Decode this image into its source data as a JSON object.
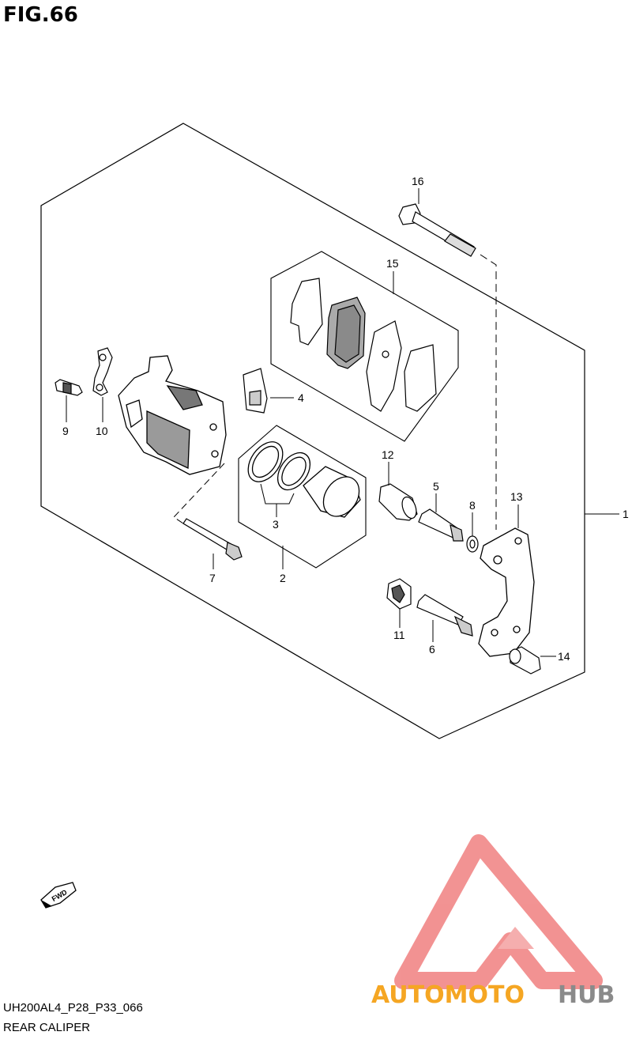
{
  "figure": {
    "title": "FIG.66",
    "code": "UH200AL4_P28_P33_066",
    "name": "REAR CALIPER"
  },
  "callouts": [
    {
      "id": "c1",
      "label": "1"
    },
    {
      "id": "c2",
      "label": "2"
    },
    {
      "id": "c3",
      "label": "3"
    },
    {
      "id": "c4",
      "label": "4"
    },
    {
      "id": "c5",
      "label": "5"
    },
    {
      "id": "c6",
      "label": "6"
    },
    {
      "id": "c7",
      "label": "7"
    },
    {
      "id": "c8",
      "label": "8"
    },
    {
      "id": "c9",
      "label": "9"
    },
    {
      "id": "c10",
      "label": "10"
    },
    {
      "id": "c11",
      "label": "11"
    },
    {
      "id": "c12",
      "label": "12"
    },
    {
      "id": "c13",
      "label": "13"
    },
    {
      "id": "c14",
      "label": "14"
    },
    {
      "id": "c15",
      "label": "15"
    },
    {
      "id": "c16",
      "label": "16"
    }
  ],
  "fwd_arrow": {
    "label": "FWD"
  },
  "watermark": {
    "part1": "AUTOMOTO",
    "part2": "HUB",
    "color_primary": "#f5a623",
    "color_secondary": "#8a8a8a",
    "logo_color": "#f08080"
  }
}
